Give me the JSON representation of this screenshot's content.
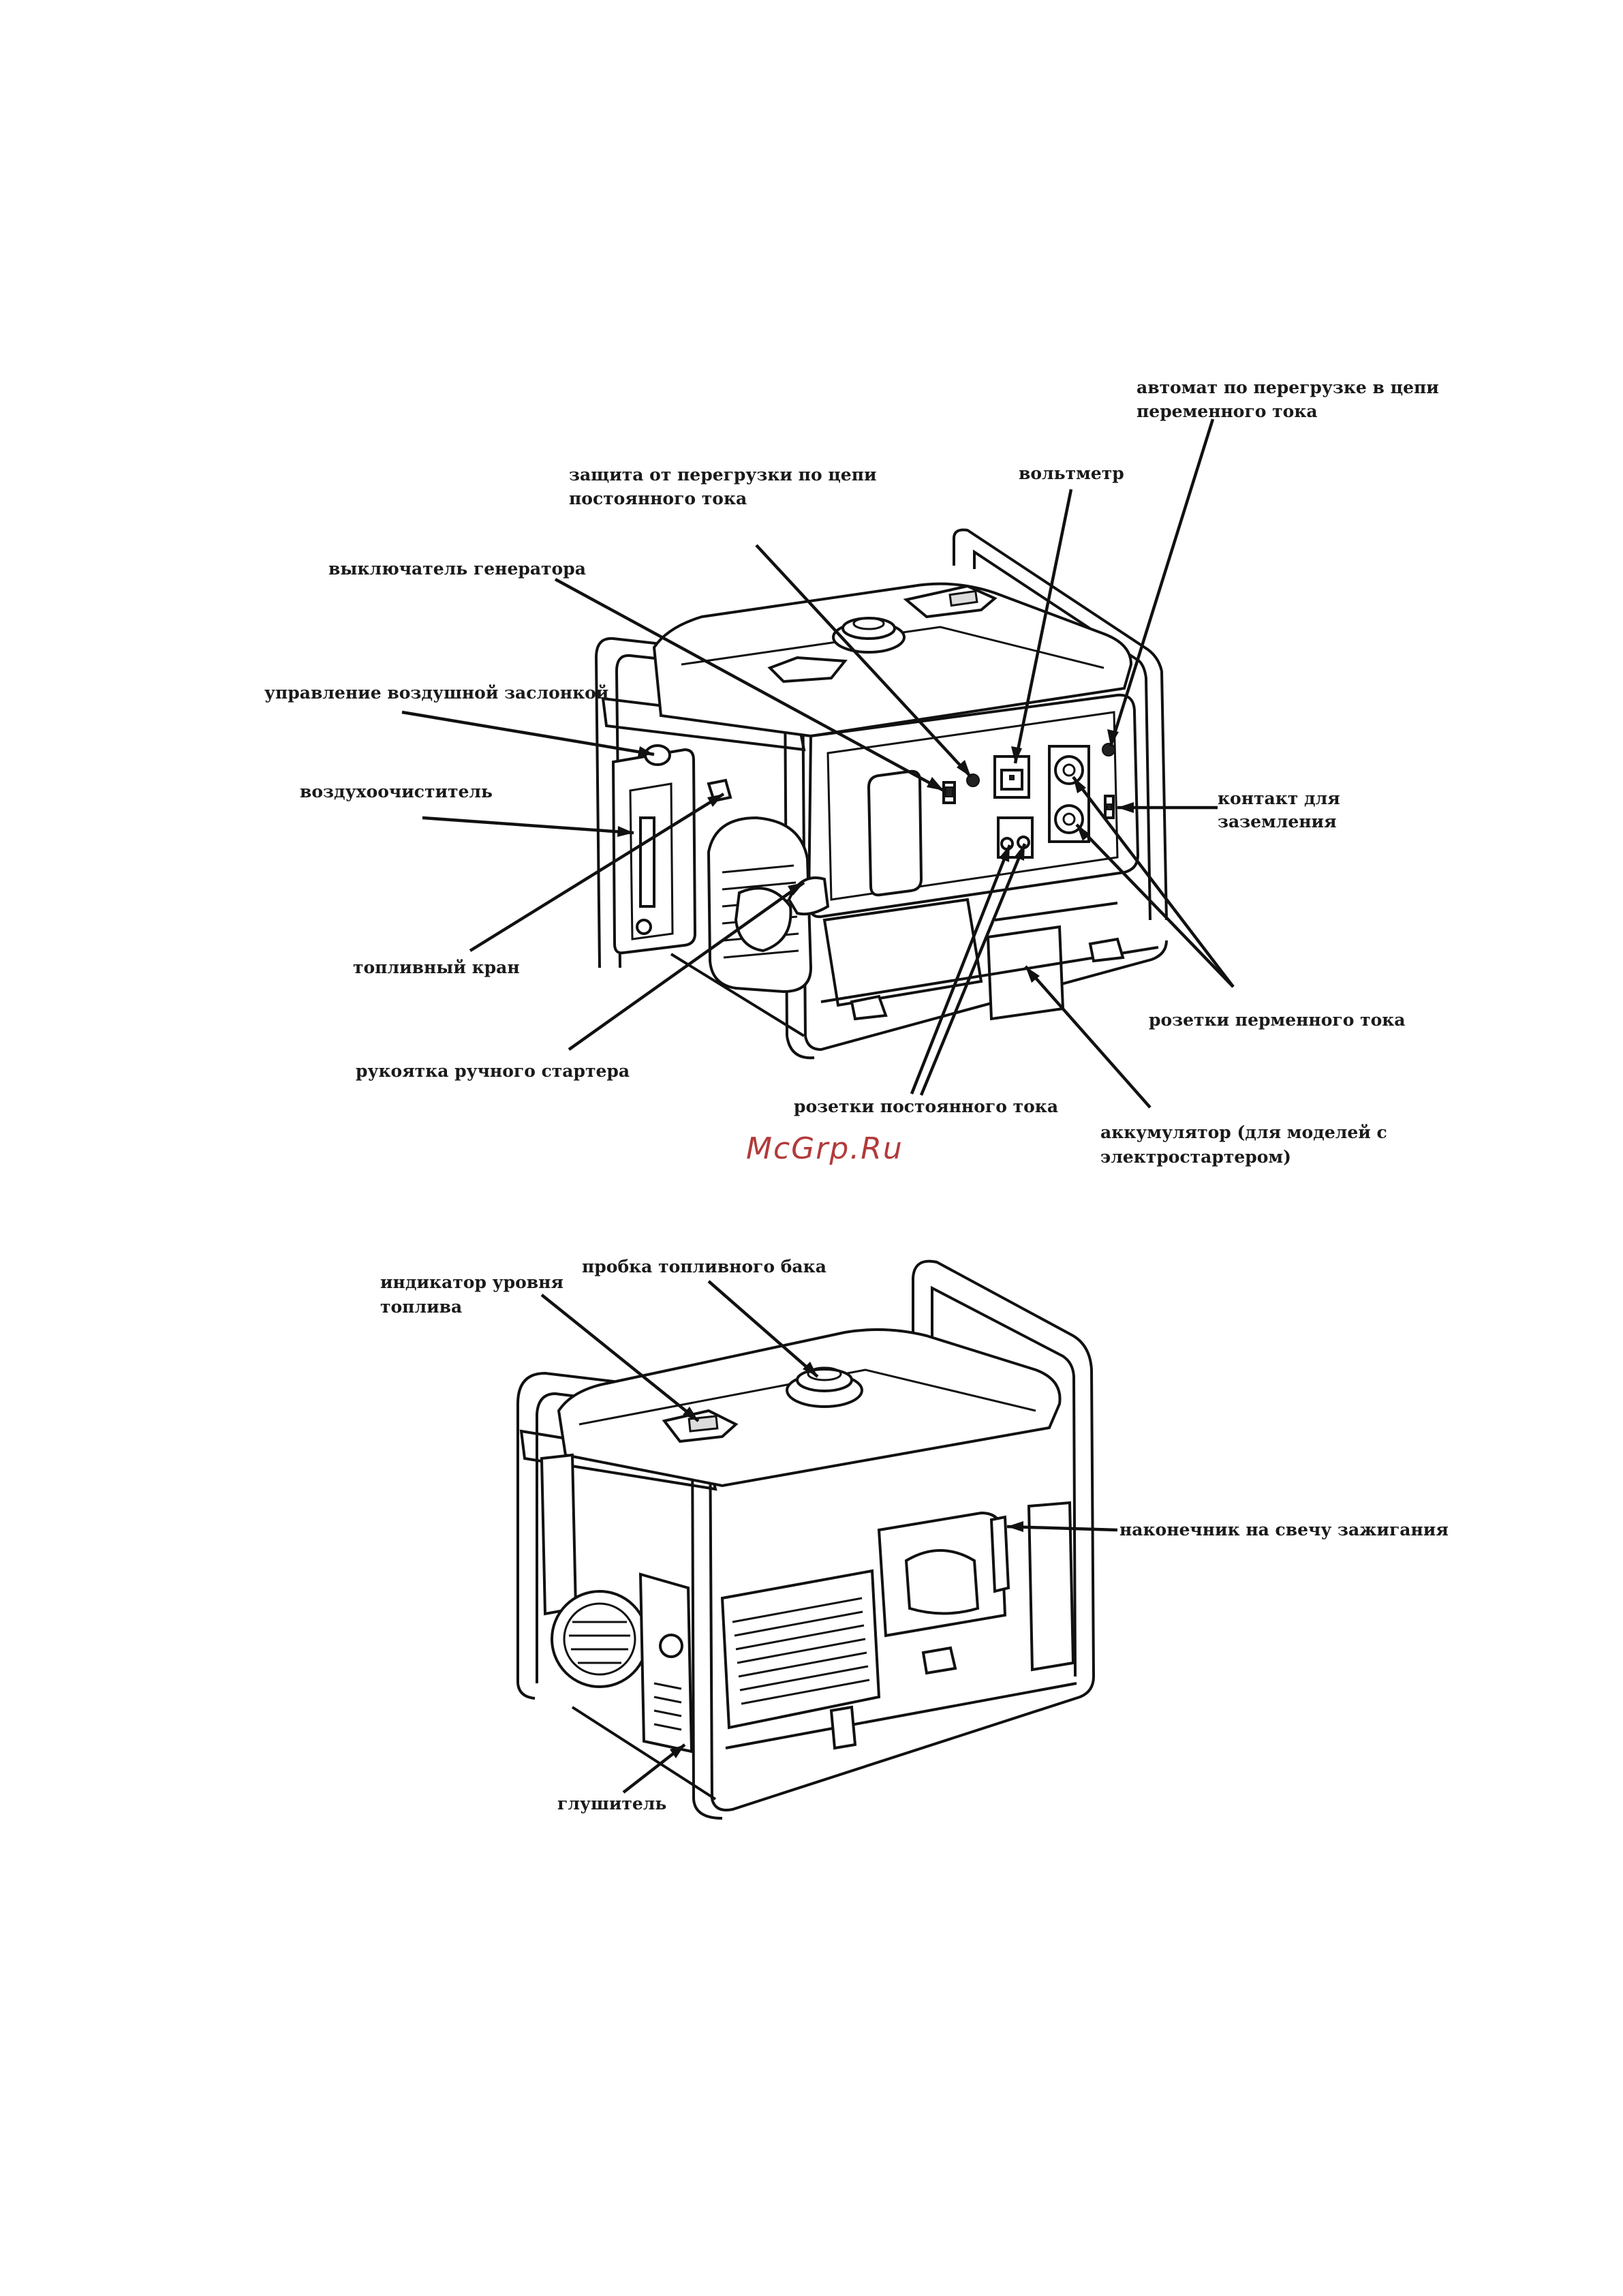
{
  "labels": {
    "ac_breaker": [
      "автомат по перегрузке в цепи",
      "переменного тока"
    ],
    "voltmeter": [
      "вольтметр"
    ],
    "dc_protection": [
      "защита от перегрузки по цепи",
      "постоянного тока"
    ],
    "generator_switch": [
      "выключатель генератора"
    ],
    "choke": [
      "управление воздушной заслонкой"
    ],
    "air_cleaner": [
      "воздухоочиститель"
    ],
    "ground": [
      "контакт для",
      "заземления"
    ],
    "fuel_valve": [
      "топливный кран"
    ],
    "ac_outlets": [
      "розетки перменного тока"
    ],
    "recoil_starter": [
      "рукоятка ручного стартера"
    ],
    "dc_outlets": [
      "розетки постоянного тока"
    ],
    "battery": [
      "аккумулятор  (для моделей с",
      "электростартером)"
    ],
    "fuel_gauge": [
      "индикатор уровня",
      "топлива"
    ],
    "fuel_cap": [
      "пробка топливного бака"
    ],
    "spark_plug": [
      "наконечник на свечу зажигания"
    ],
    "muffler": [
      "глушитель"
    ]
  },
  "watermark": "McGrp.Ru"
}
